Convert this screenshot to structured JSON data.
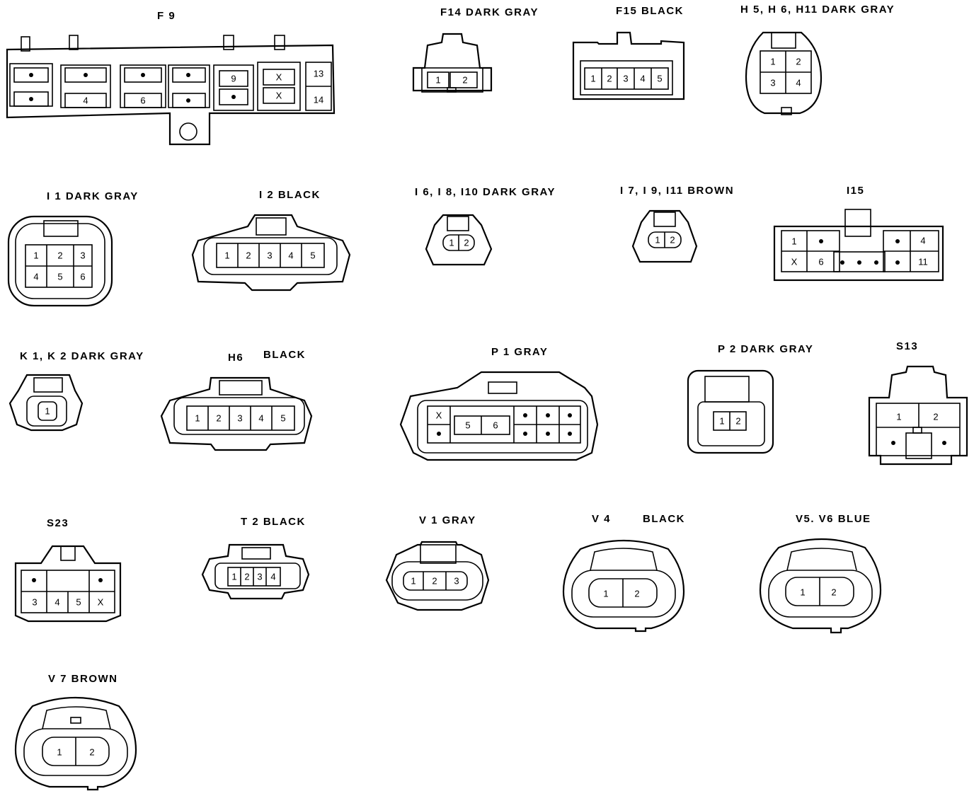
{
  "labels": {
    "f9": "F 9",
    "f14": "F14 DARK GRAY",
    "f15": "F15 BLACK",
    "h5": "H 5, H 6, H11 DARK GRAY",
    "i1": "I 1 DARK GRAY",
    "i2": "I 2 BLACK",
    "i6": "I 6, I 8, I10 DARK GRAY",
    "i7": "I 7, I 9, I11 BROWN",
    "i15": "I15",
    "k1": "K 1, K 2 DARK GRAY",
    "h6": "H6",
    "h6color": "BLACK",
    "p1": "P 1 GRAY",
    "p2": "P 2 DARK GRAY",
    "s13": "S13",
    "s23": "S23",
    "t2": "T 2 BLACK",
    "v1": "V 1 GRAY",
    "v4": "V 4",
    "v4color": "BLACK",
    "v5": "V5. V6 BLUE",
    "v7": "V 7 BROWN"
  },
  "pins": {
    "f9": [
      "4",
      "6",
      "9",
      "X",
      "X",
      "13",
      "14"
    ],
    "f14": [
      "1",
      "2"
    ],
    "f15": [
      "1",
      "2",
      "3",
      "4",
      "5"
    ],
    "h5": [
      "1",
      "2",
      "3",
      "4"
    ],
    "i1": [
      "1",
      "2",
      "3",
      "4",
      "5",
      "6"
    ],
    "i2": [
      "1",
      "2",
      "3",
      "4",
      "5"
    ],
    "i6": [
      "1",
      "2"
    ],
    "i7": [
      "1",
      "2"
    ],
    "i15": [
      "1",
      "4",
      "X",
      "6",
      "11"
    ],
    "k1": [
      "1"
    ],
    "h6": [
      "1",
      "2",
      "3",
      "4",
      "5"
    ],
    "p1": [
      "X",
      "5",
      "6"
    ],
    "p2": [
      "1",
      "2"
    ],
    "s13": [
      "1",
      "2"
    ],
    "s23": [
      "3",
      "4",
      "5",
      "X"
    ],
    "t2": [
      "1",
      "2",
      "3",
      "4"
    ],
    "v1": [
      "1",
      "2",
      "3"
    ],
    "v4": [
      "1",
      "2"
    ],
    "v5": [
      "1",
      "2"
    ],
    "v7": [
      "1",
      "2"
    ]
  }
}
